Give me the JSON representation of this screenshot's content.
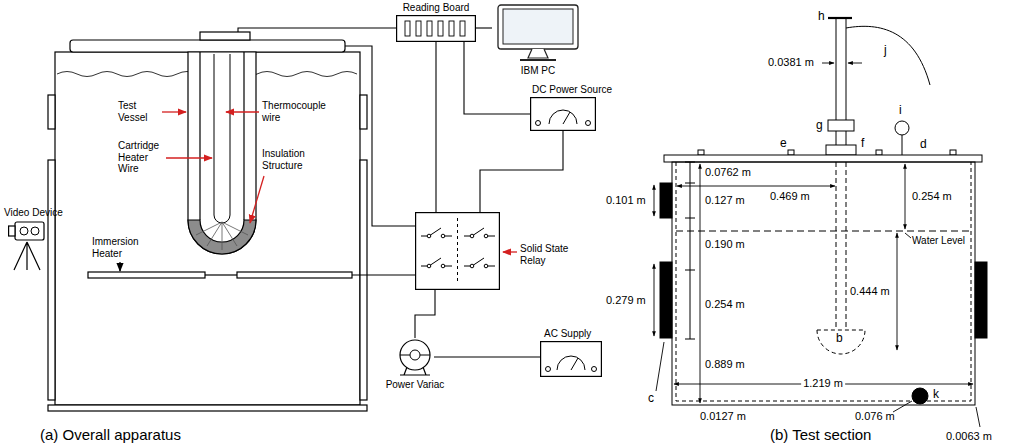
{
  "diagram": {
    "nodes": [
      {
        "text": [
          "Reading Board"
        ]
      },
      {
        "text": [
          "IBM PC"
        ]
      },
      {
        "text": [
          "DC Power Source"
        ]
      },
      {
        "text": [
          "Video Device"
        ]
      },
      {
        "text": [
          "Solid State Relay"
        ]
      },
      {
        "text": [
          "AC Supply"
        ]
      },
      {
        "text": [
          "Power Variac"
        ]
      }
    ],
    "edges": [
      {
        "from": 0,
        "to": 1,
        "arrow": "none"
      },
      {
        "from": 0,
        "to": 2,
        "arrow": "none"
      },
      {
        "from": 0,
        "to": 4,
        "arrow": "none"
      },
      {
        "from": 2,
        "to": 4,
        "arrow": "none"
      },
      {
        "from": 4,
        "to": 6,
        "arrow": "none"
      },
      {
        "from": 6,
        "to": 5,
        "arrow": "none"
      }
    ],
    "labels": [
      "Test Vessel",
      "Thermocouple wire",
      "Cartridge Heater Wire",
      "Insulation Structure",
      "Immersion Heater",
      "(a) Overall apparatus",
      "h",
      "0.0381 m",
      "j",
      "g",
      "i",
      "e",
      "f",
      "d",
      "0.0762 m",
      "0.469 m",
      "0.254 m",
      "0.127 m",
      "0.101 m",
      "0.190 m",
      "Water Level",
      "0.279 m",
      "0.254 m",
      "0.444 m",
      "b",
      "0.889 m",
      "c",
      "1.219 m",
      "0.0127 m",
      "0.076 m",
      "k",
      "0.0063 m",
      "(b) Test section"
    ]
  }
}
